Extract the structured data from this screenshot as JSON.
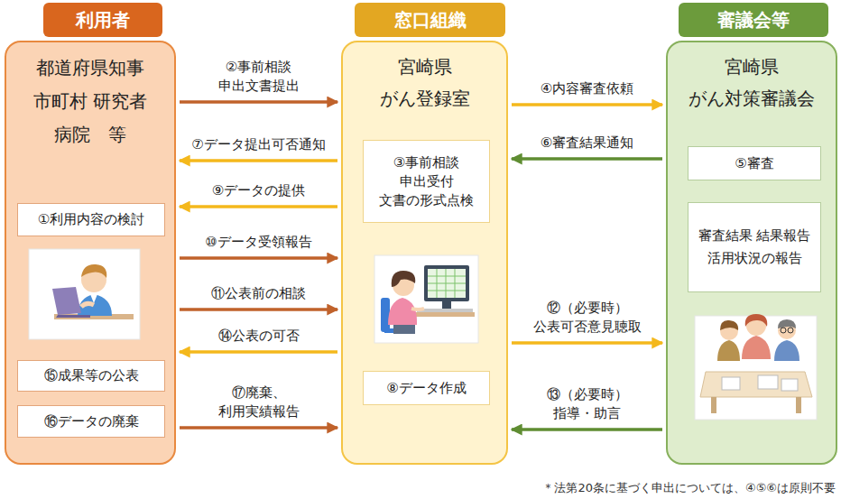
{
  "diagram": {
    "nodes": [
      {
        "text": [
          "利用者"
        ]
      },
      {
        "text": [
          "都道府県知事 市町村 研究者 病院　等"
        ]
      },
      {
        "text": [
          "①利用内容の検討"
        ],
        "in": 1
      },
      {
        "text": [
          "⑮成果等の公表"
        ],
        "in": 1
      },
      {
        "text": [
          "⑯データの廃棄"
        ],
        "in": 1
      },
      {
        "text": [
          "窓口組織"
        ]
      },
      {
        "text": [
          "宮崎県 がん登録室"
        ]
      },
      {
        "text": [
          "③事前相談 申出受付 文書の形式点検"
        ],
        "in": 6
      },
      {
        "text": [
          "⑧データ作成"
        ],
        "in": 6
      },
      {
        "text": [
          "審議会等"
        ]
      },
      {
        "text": [
          "宮崎県 がん対策審議会"
        ]
      },
      {
        "text": [
          "⑤審査"
        ],
        "in": 10
      },
      {
        "text": [
          "審査結果 結果報告 活用状況の報告"
        ],
        "in": 10
      }
    ],
    "edges": [
      {
        "from": 1,
        "to": 6,
        "arrow": "to",
        "label": "②事前相談 申出文書提出"
      },
      {
        "from": 6,
        "to": 1,
        "arrow": "to",
        "label": "⑦データ提出可否通知"
      },
      {
        "from": 6,
        "to": 1,
        "arrow": "to",
        "label": "⑨データの提供"
      },
      {
        "from": 1,
        "to": 6,
        "arrow": "to",
        "label": "⑩データ受領報告"
      },
      {
        "from": 1,
        "to": 6,
        "arrow": "to",
        "label": "⑪公表前の相談"
      },
      {
        "from": 6,
        "to": 1,
        "arrow": "to",
        "label": "⑭公表の可否"
      },
      {
        "from": 1,
        "to": 6,
        "arrow": "to",
        "label": "⑰廃棄、 利用実績報告"
      },
      {
        "from": 6,
        "to": 10,
        "arrow": "to",
        "label": "④内容審査依頼"
      },
      {
        "from": 10,
        "to": 6,
        "arrow": "to",
        "label": "⑥審査結果通知"
      },
      {
        "from": 6,
        "to": 10,
        "arrow": "to",
        "label": "⑫（必要時） 公表可否意見聴取"
      },
      {
        "from": 10,
        "to": 6,
        "arrow": "to",
        "label": "⑬（必要時） 指導・助言"
      }
    ],
    "labels": [
      "＊法第20条に基づく申出については、④⑤⑥は原則不要"
    ]
  }
}
